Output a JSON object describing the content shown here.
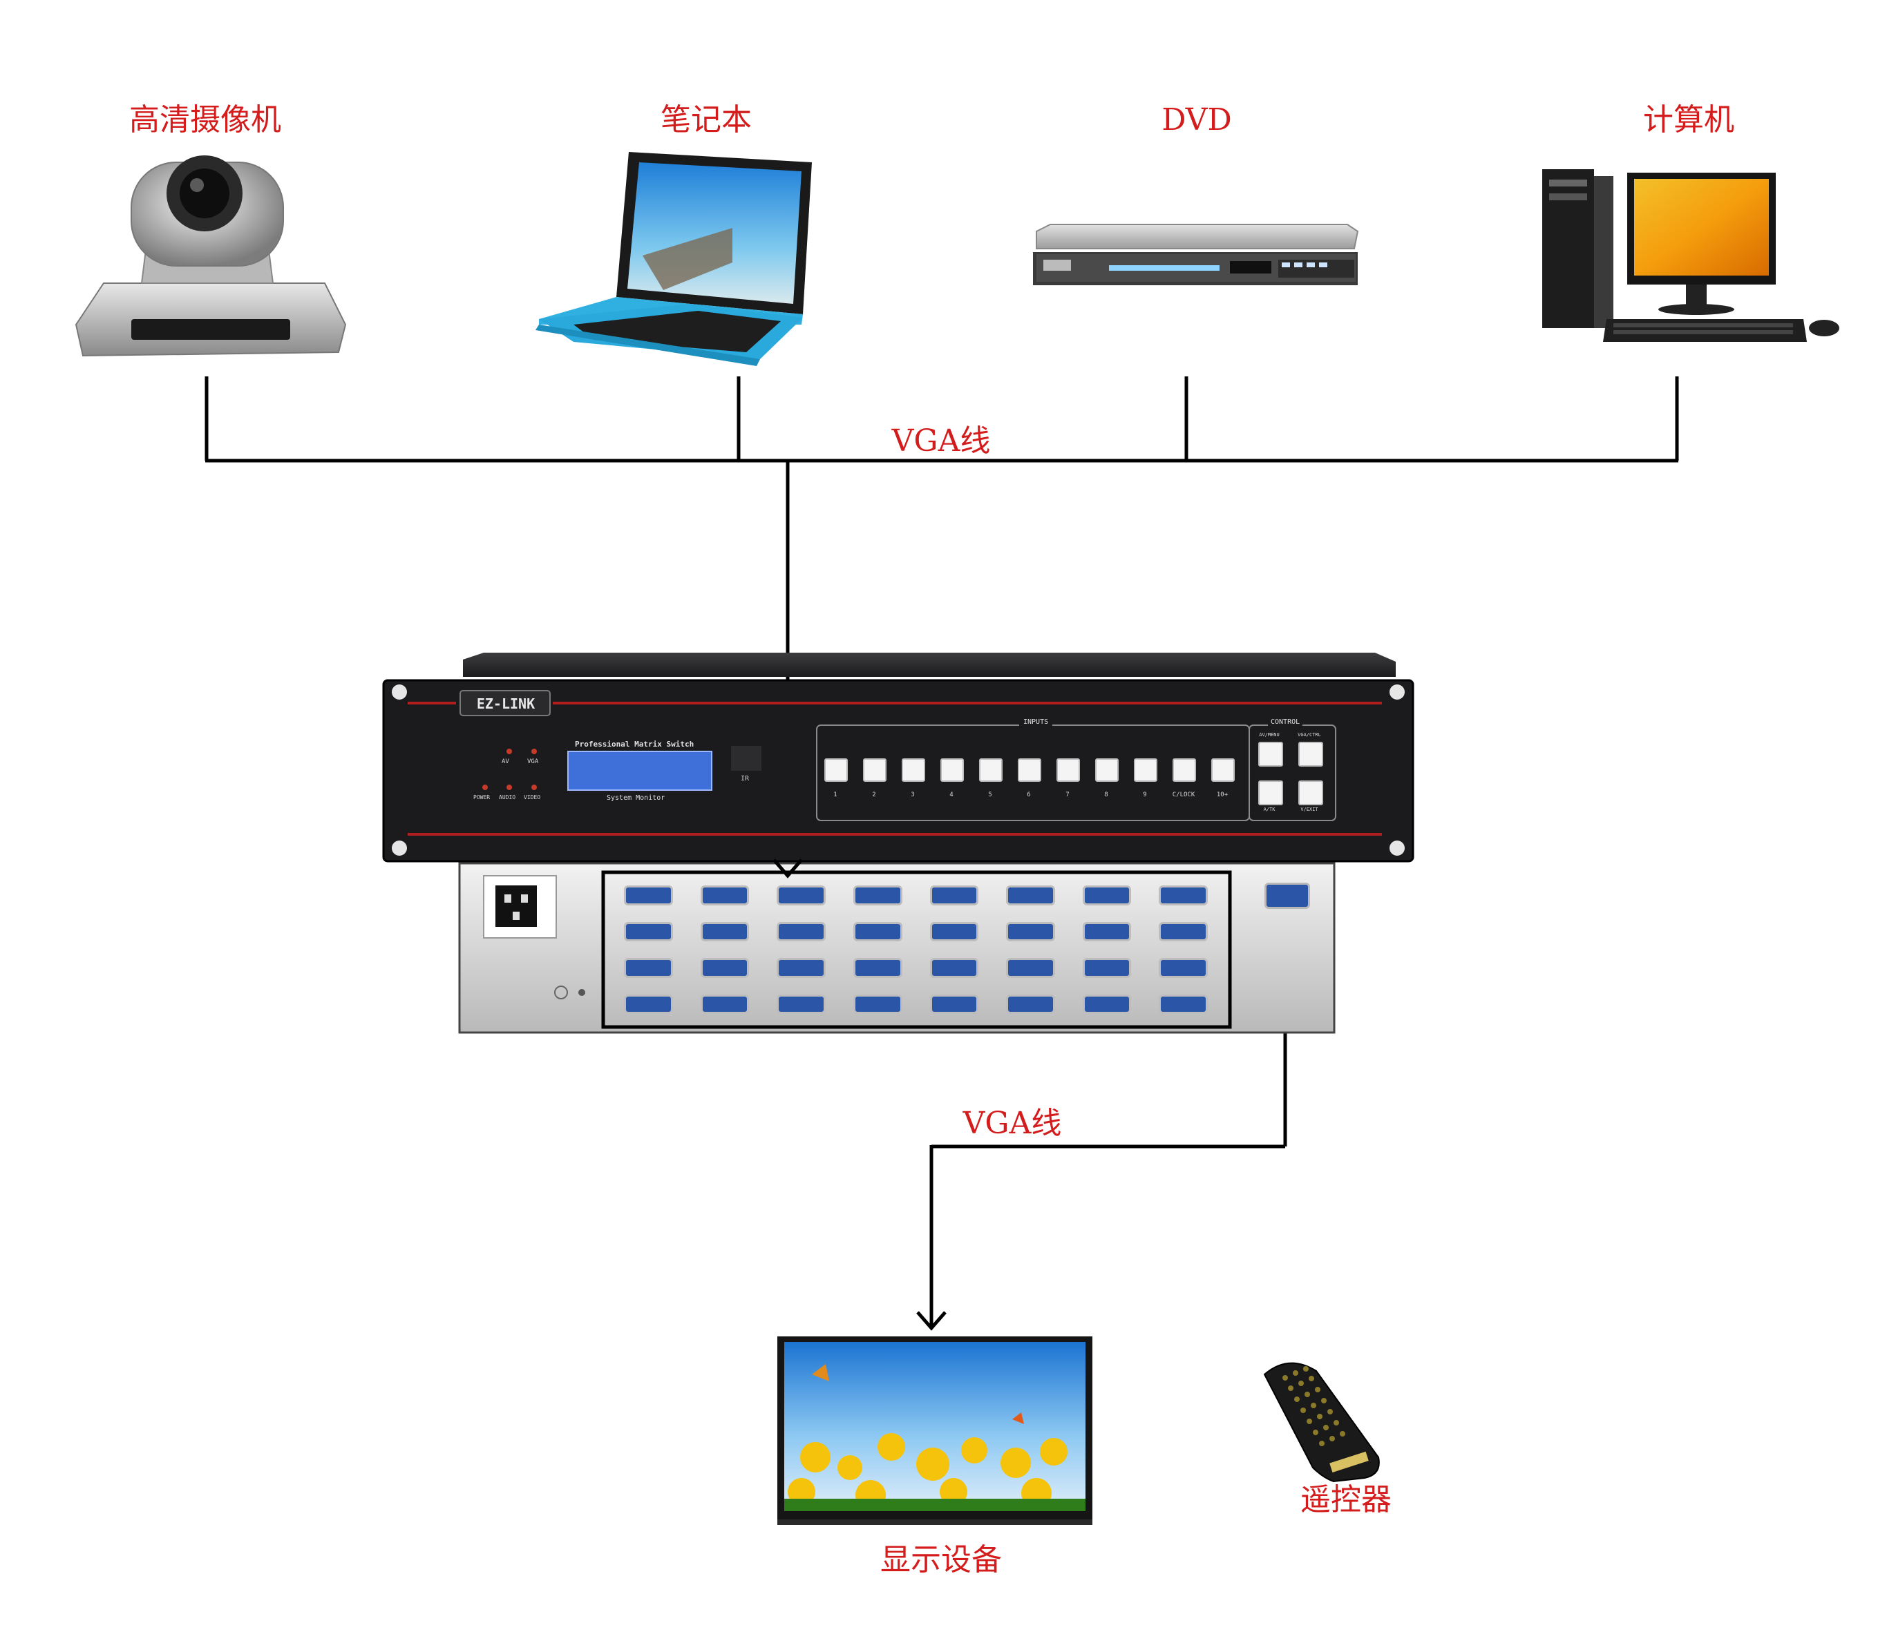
{
  "devices": {
    "camera": "高清摄像机",
    "laptop": "笔记本",
    "dvd": "DVD",
    "computer": "计算机",
    "display": "显示设备",
    "remote": "遥控器"
  },
  "cables": {
    "input": "VGA线",
    "output": "VGA线"
  },
  "matrix": {
    "brand": "EZ-LINK",
    "lcd_line1": "Professional Matrix Switch",
    "lcd_line2": "System Monitor",
    "led_top": [
      "AV",
      "VGA"
    ],
    "led_bottom": [
      "POWER",
      "AUDIO",
      "VIDEO"
    ],
    "inputs_title": "INPUTS",
    "input_buttons": [
      "1",
      "2",
      "3",
      "4",
      "5",
      "6",
      "7",
      "8",
      "9",
      "C/LOCK",
      "10+"
    ],
    "control_title": "CONTROL",
    "control_buttons": [
      "AV/MENU",
      "VGA/CTRL",
      "A/TK",
      "V/EXIT"
    ],
    "ir_label": "IR",
    "back_ports_rows": 4,
    "back_ports_cols": 8
  },
  "colors": {
    "label": "#d41c1c",
    "line": "#000000",
    "chassis": "#1c1c1e",
    "accent": "#b01e1e",
    "lcd": "#3f6fd9",
    "port": "#2b56a8"
  }
}
